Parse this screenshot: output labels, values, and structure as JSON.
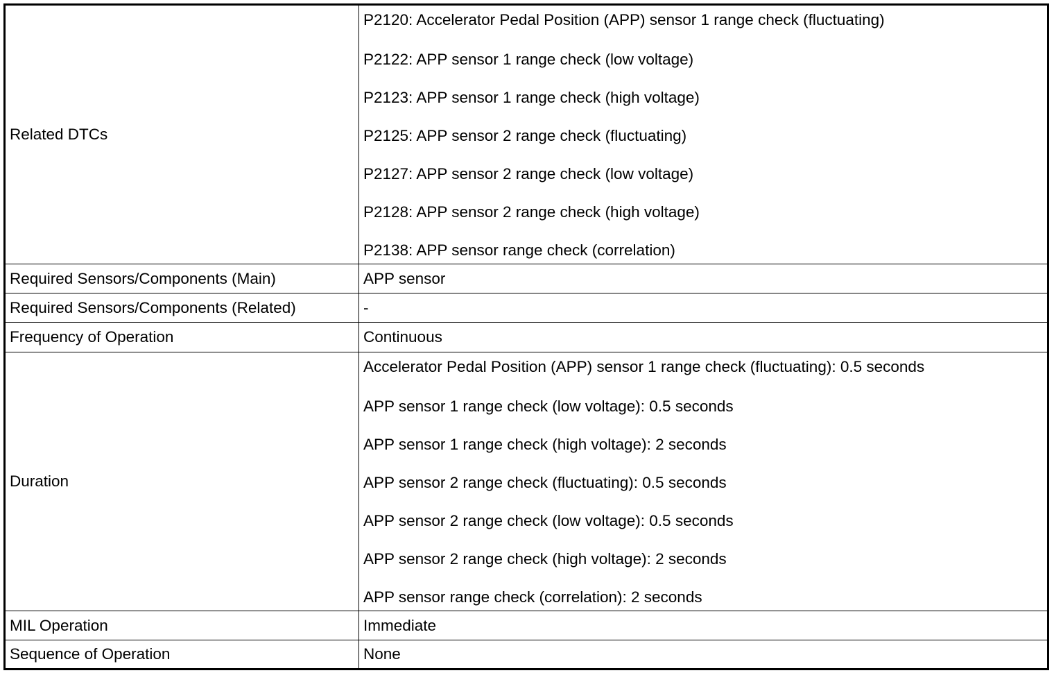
{
  "rows": [
    {
      "label": "Related DTCs",
      "values": [
        "P2120: Accelerator Pedal Position (APP) sensor 1 range check (fluctuating)",
        "P2122: APP sensor 1 range check (low voltage)",
        "P2123: APP sensor 1 range check (high voltage)",
        "P2125: APP sensor 2 range check (fluctuating)",
        "P2127: APP sensor 2 range check (low voltage)",
        "P2128: APP sensor 2 range check (high voltage)",
        "P2138: APP sensor range check (correlation)"
      ]
    },
    {
      "label": "Required Sensors/Components (Main)",
      "value": "APP sensor"
    },
    {
      "label": "Required Sensors/Components (Related)",
      "value": "-"
    },
    {
      "label": "Frequency of Operation",
      "value": "Continuous"
    },
    {
      "label": "Duration",
      "values": [
        "Accelerator Pedal Position (APP) sensor 1 range check (fluctuating): 0.5 seconds",
        "APP sensor 1 range check (low voltage): 0.5 seconds",
        "APP sensor 1 range check (high voltage): 2 seconds",
        "APP sensor 2 range check (fluctuating): 0.5 seconds",
        "APP sensor 2 range check (low voltage): 0.5 seconds",
        "APP sensor 2 range check (high voltage): 2 seconds",
        "APP sensor range check (correlation): 2 seconds"
      ]
    },
    {
      "label": "MIL Operation",
      "value": "Immediate"
    },
    {
      "label": "Sequence of Operation",
      "value": "None"
    }
  ]
}
